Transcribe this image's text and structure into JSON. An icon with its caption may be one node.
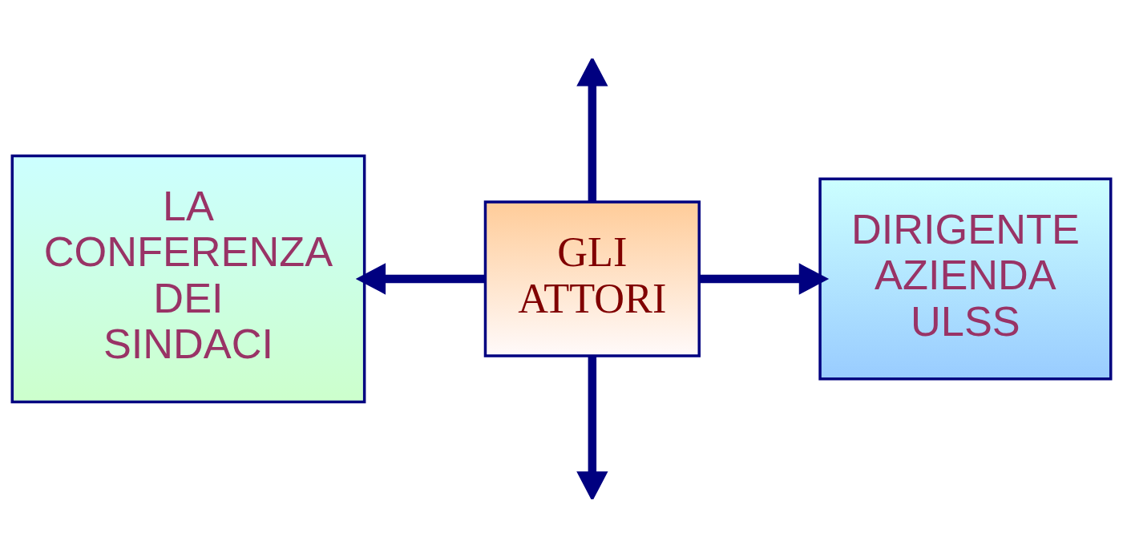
{
  "diagram": {
    "nodes": [
      {
        "text": [
          "LA CONFERENZA DEI SINDACI"
        ]
      },
      {
        "text": [
          "GLI ATTORI"
        ]
      },
      {
        "text": [
          "DIRIGENTE AZIENDA ULSS"
        ]
      }
    ],
    "edges": [
      {
        "from": 1,
        "to": 0,
        "arrow": "to"
      },
      {
        "from": 1,
        "to": 2,
        "arrow": "to"
      },
      {
        "from": 1,
        "to": null,
        "arrow": "to"
      },
      {
        "from": 1,
        "to": null,
        "arrow": "to"
      }
    ]
  }
}
